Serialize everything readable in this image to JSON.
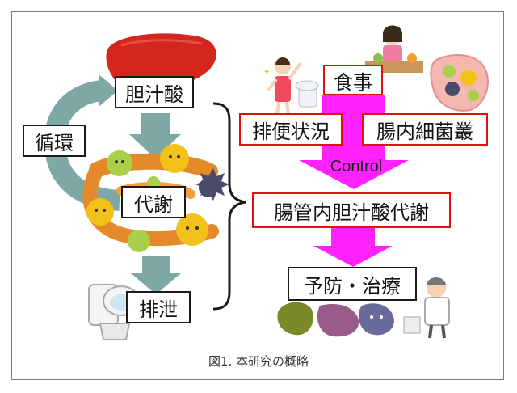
{
  "nodes": {
    "bile_acid": "胆汁酸",
    "circulation": "循環",
    "metabolism": "代謝",
    "excretion": "排泄",
    "diet": "食事",
    "bowel_condition": "排便状況",
    "gut_flora": "腸内細菌叢",
    "gut_bile_acid_metabolism": "腸管内胆汁酸代謝",
    "prevention_treatment": "予防・治療"
  },
  "labels": {
    "control": "Control"
  },
  "caption": "図1. 本研究の概略",
  "colors": {
    "teal_arrow": "#7ea8a5",
    "magenta_arrow": "#ff22ff",
    "red_border": "#e01010",
    "liver": "#d3261c"
  },
  "icons": [
    "liver-icon",
    "intestine-icon",
    "bacteria-icon",
    "toilet-icon",
    "person-cheering-icon",
    "person-eating-icon",
    "doctor-icon",
    "sick-organs-icon",
    "brace-icon"
  ]
}
